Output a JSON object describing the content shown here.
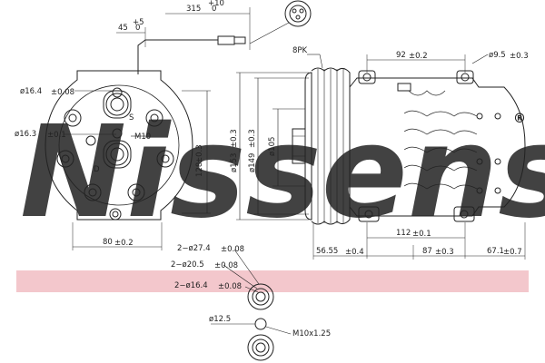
{
  "watermark": {
    "text": "Nissens",
    "reg": "®",
    "color": "#c8dbe8",
    "band_color": "#f3c7cc"
  },
  "dimensions": {
    "front": {
      "w_315": "315",
      "w_315_tol": "+10",
      "w_315_tol2": "0",
      "w_45": "45",
      "w_45_tol": "+5",
      "w_45_tol2": "0",
      "d_164": "ø16.4",
      "d_164_tol": "±0.08",
      "d_163": "ø16.3",
      "d_163_tol": "±0.1",
      "h_128": "128",
      "h_128_tol": "±0.3",
      "w_80": "80",
      "w_80_tol": "±0.2",
      "label_s": "S",
      "label_d": "D",
      "label_m10": "M10"
    },
    "pulley": {
      "type": "8PK",
      "d_153": "ø153",
      "d_153_tol": "±0.3",
      "d_149": "ø149",
      "d_149_tol": "±0.3",
      "d_105": "ø105"
    },
    "side": {
      "w_92": "92",
      "w_92_tol": "±0.2",
      "d_95": "ø9.5",
      "d_95_tol": "±0.3",
      "w_112": "112",
      "w_112_tol": "±0.1",
      "w_5655": "56.55",
      "w_5655_tol": "±0.4",
      "w_87": "87",
      "w_87_tol": "±0.3",
      "w_671": "67.1",
      "w_671_tol": "±0.7"
    },
    "fitting": {
      "d_274": "2−ø27.4",
      "d_274_tol": "±0.08",
      "d_205": "2−ø20.5",
      "d_205_tol": "±0.08",
      "d_164": "2−ø16.4",
      "d_164_tol": "±0.08",
      "d_125": "ø12.5",
      "thread": "M10x1.25"
    }
  }
}
